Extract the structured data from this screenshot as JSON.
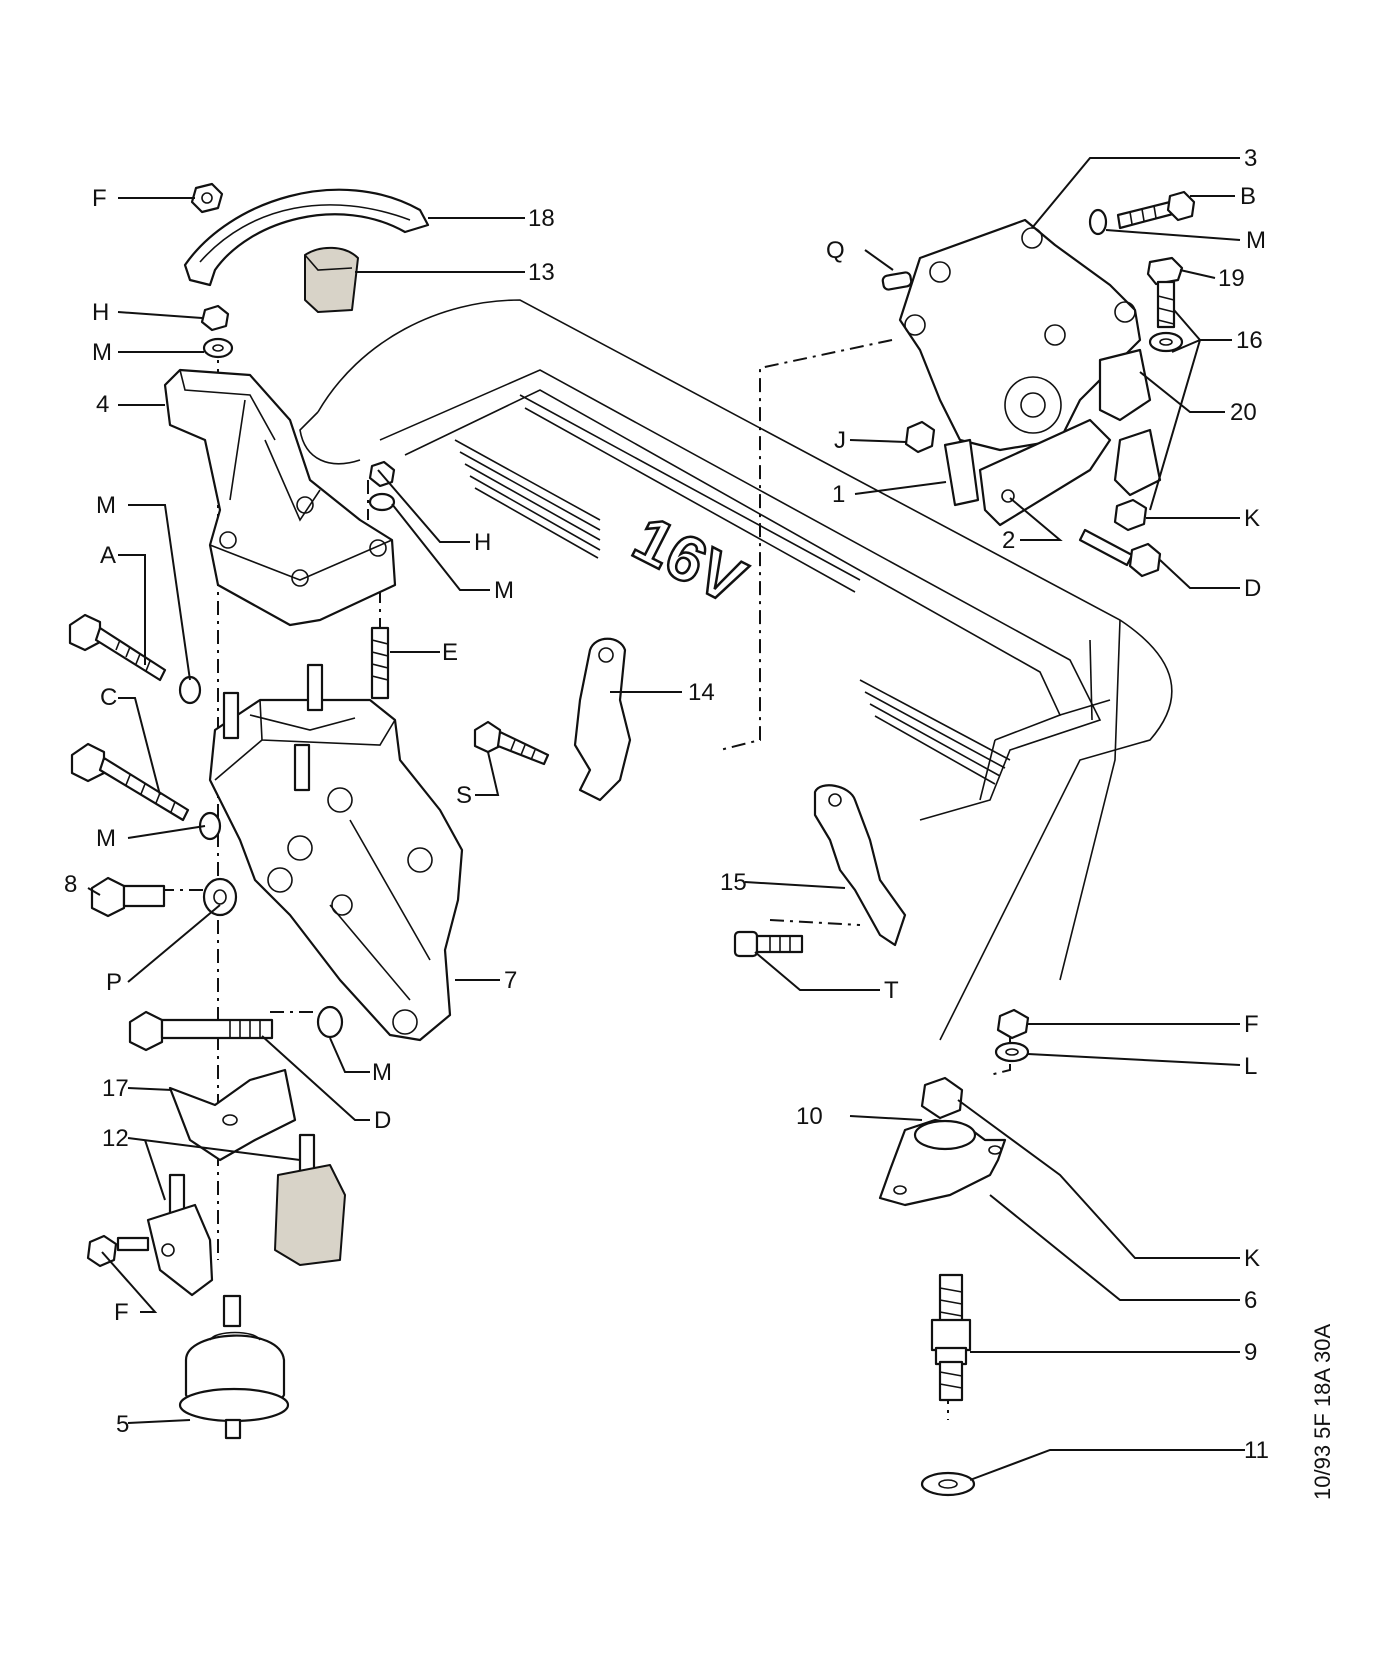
{
  "badge": {
    "text": "16V"
  },
  "drawing_ref": "10/93  5F  18A 30A",
  "labels": {
    "l1": "1",
    "l2": "2",
    "l3": "3",
    "l4": "4",
    "l5": "5",
    "l6": "6",
    "l7": "7",
    "l8": "8",
    "l9": "9",
    "l10": "10",
    "l11": "11",
    "l12": "12",
    "l13": "13",
    "l14": "14",
    "l15": "15",
    "l16": "16",
    "l17": "17",
    "l18": "18",
    "l19": "19",
    "l20": "20",
    "lA": "A",
    "lB": "B",
    "lC": "C",
    "lD1": "D",
    "lD2": "D",
    "lE": "E",
    "lF1": "F",
    "lF2": "F",
    "lF3": "F",
    "lH1": "H",
    "lH2": "H",
    "lJ": "J",
    "lK1": "K",
    "lK2": "K",
    "lL": "L",
    "lM1": "M",
    "lM2": "M",
    "lM3": "M",
    "lM4": "M",
    "lM5": "M",
    "lM6": "M",
    "lP": "P",
    "lQ": "Q",
    "lS": "S",
    "lT": "T"
  }
}
